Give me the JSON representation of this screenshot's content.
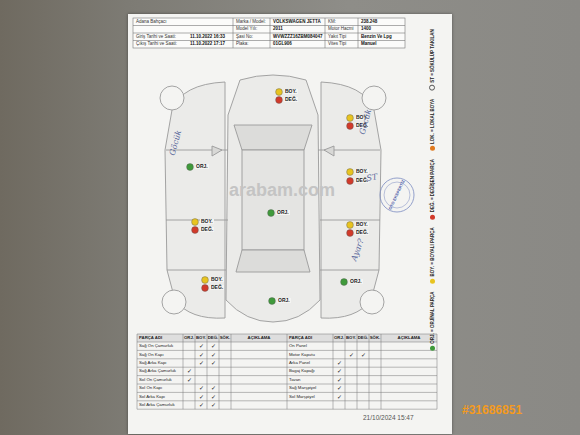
{
  "diagram": {
    "labels": [
      "Adana Bahçacı",
      "Giriş Tarihi ve Saati:",
      "11.10.2022 16:33",
      "Çıkış Tarihi ve Saati:",
      "11.10.2022 17:17",
      "Marka / Model:",
      "VOLKSWAGEN JETTA",
      "Model Yılı:",
      "2011",
      "Şasi No:",
      "WVWZZZ16ZBM084047",
      "Plaka:",
      "01GL906",
      "KM:",
      "238.248",
      "Motor Hacmi",
      "1400",
      "Yakıt Tipi",
      "Benzin Ve Lpg",
      "Vites Tipi",
      "Manuel",
      "BOY.",
      "DEĞ.",
      "ORJ.",
      "BOY.",
      "DEĞ.",
      "ORJ.",
      "BOY.",
      "DEĞ.",
      "ORJ.",
      "BOY.",
      "DEĞ.",
      "BOY.",
      "DEĞ.",
      "BOY.",
      "DEĞ.",
      "ORJ.",
      "Göcük",
      "Göcük",
      "ST",
      "Ayar?",
      "OTO EKSPERTİZ",
      "arabam.com",
      "21/10/2024 15:47",
      "#31686851",
      "PARÇA ADI",
      "ORJ.",
      "BOY.",
      "DEĞ.",
      "SÖK.",
      "AÇIKLAMA",
      "PARÇA ADI",
      "ORJ.",
      "BOY.",
      "DEĞ.",
      "SÖK.",
      "AÇIKLAMA",
      "Sağ Ön Çamurluk",
      "Sağ Ön Kapı",
      "Sağ Arka Kapı",
      "Sağ Arka Çamurluk",
      "Sol Ön Çamurluk",
      "Sol Ön Kapı",
      "Sol Arka Kapı",
      "Sol Arka Çamurluk",
      "Ön Panel",
      "Motor Kaputu",
      "Arka Panel",
      "Bagaj Kapağı",
      "Tavan",
      "Sağ Marşpiyel",
      "Sol Marşpiyel",
      "✓",
      "✓",
      "✓",
      "✓",
      "✓",
      "✓",
      "✓",
      "✓",
      "✓",
      "✓",
      "✓",
      "✓",
      "✓",
      "✓",
      "✓",
      "✓",
      "✓",
      "✓",
      "✓",
      "✓",
      "✓"
    ],
    "legend": [
      {
        "text": "ORJ. = ORJİNAL PARÇA",
        "color": "#3f9a3a"
      },
      {
        "text": "BOY. = BOYALI PARÇA",
        "color": "#e8c420"
      },
      {
        "text": "DEĞ. = DEĞİŞEN PARÇA",
        "color": "#d23a2a"
      },
      {
        "text": "LOK. = LOKAL BOYA",
        "color": "#e07a20"
      },
      {
        "text": "ST = SÖKÜLÜP TAKILAN"
      }
    ]
  }
}
